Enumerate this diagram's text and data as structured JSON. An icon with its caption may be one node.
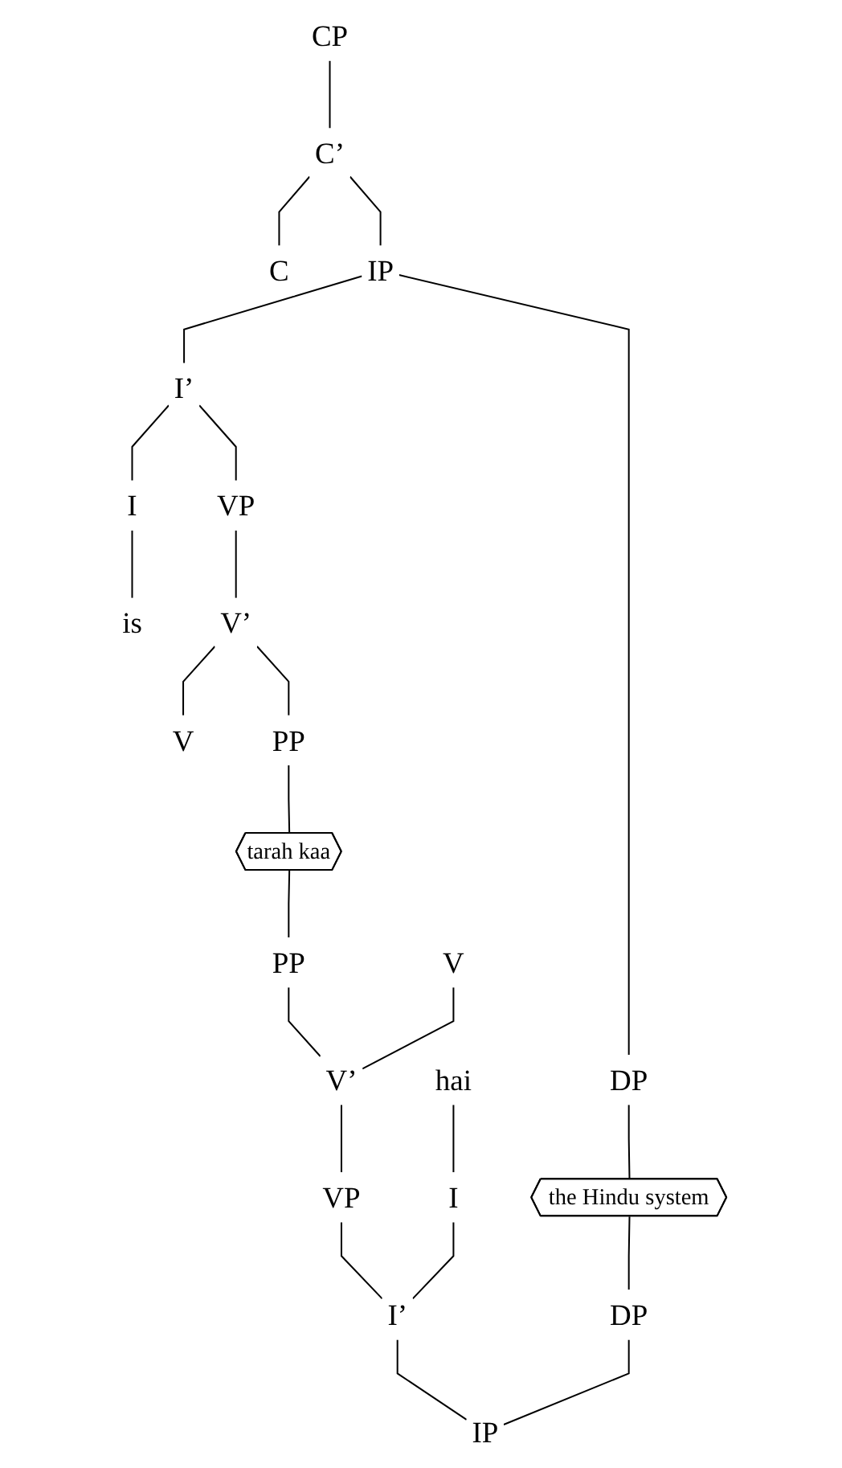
{
  "diagram": {
    "nodes": [
      {
        "text": [
          "CP"
        ]
      },
      {
        "text": [
          "C’"
        ]
      },
      {
        "text": [
          "C"
        ]
      },
      {
        "text": [
          "IP"
        ]
      },
      {
        "text": [
          "I’"
        ]
      },
      {
        "text": [
          "I"
        ]
      },
      {
        "text": [
          "VP"
        ]
      },
      {
        "text": [
          "is"
        ]
      },
      {
        "text": [
          "V’"
        ]
      },
      {
        "text": [
          "V"
        ]
      },
      {
        "text": [
          "PP"
        ]
      },
      {
        "text": [
          "DP"
        ]
      },
      {
        "text": [
          "the Hindu system"
        ]
      },
      {
        "text": [
          "DP"
        ]
      },
      {
        "text": [
          "tarah kaa"
        ]
      },
      {
        "text": [
          "PP"
        ]
      },
      {
        "text": [
          "V"
        ]
      },
      {
        "text": [
          "V’"
        ]
      },
      {
        "text": [
          "hai"
        ]
      },
      {
        "text": [
          "VP"
        ]
      },
      {
        "text": [
          "I"
        ]
      },
      {
        "text": [
          "I’"
        ]
      },
      {
        "text": [
          "IP"
        ]
      }
    ],
    "edges": [
      {
        "from": 0,
        "to": 1,
        "arrow": "none"
      },
      {
        "from": 1,
        "to": 2,
        "arrow": "none"
      },
      {
        "from": 1,
        "to": 3,
        "arrow": "none"
      },
      {
        "from": 3,
        "to": 11,
        "arrow": "none"
      },
      {
        "from": 3,
        "to": 4,
        "arrow": "none"
      },
      {
        "from": 4,
        "to": 5,
        "arrow": "none"
      },
      {
        "from": 4,
        "to": 6,
        "arrow": "none"
      },
      {
        "from": 5,
        "to": 7,
        "arrow": "none"
      },
      {
        "from": 6,
        "to": 8,
        "arrow": "none"
      },
      {
        "from": 8,
        "to": 9,
        "arrow": "none"
      },
      {
        "from": 8,
        "to": 10,
        "arrow": "none"
      },
      {
        "from": 11,
        "to": 12,
        "arrow": "none"
      },
      {
        "from": 12,
        "to": 13,
        "arrow": "none"
      },
      {
        "from": 10,
        "to": 14,
        "arrow": "none"
      },
      {
        "from": 14,
        "to": 15,
        "arrow": "none"
      },
      {
        "from": 15,
        "to": 17,
        "arrow": "none"
      },
      {
        "from": 16,
        "to": 17,
        "arrow": "none"
      },
      {
        "from": 17,
        "to": 19,
        "arrow": "none"
      },
      {
        "from": 18,
        "to": 20,
        "arrow": "none"
      },
      {
        "from": 19,
        "to": 21,
        "arrow": "none"
      },
      {
        "from": 20,
        "to": 21,
        "arrow": "none"
      },
      {
        "from": 21,
        "to": 22,
        "arrow": "none"
      },
      {
        "from": 13,
        "to": 22,
        "arrow": "none"
      }
    ]
  }
}
